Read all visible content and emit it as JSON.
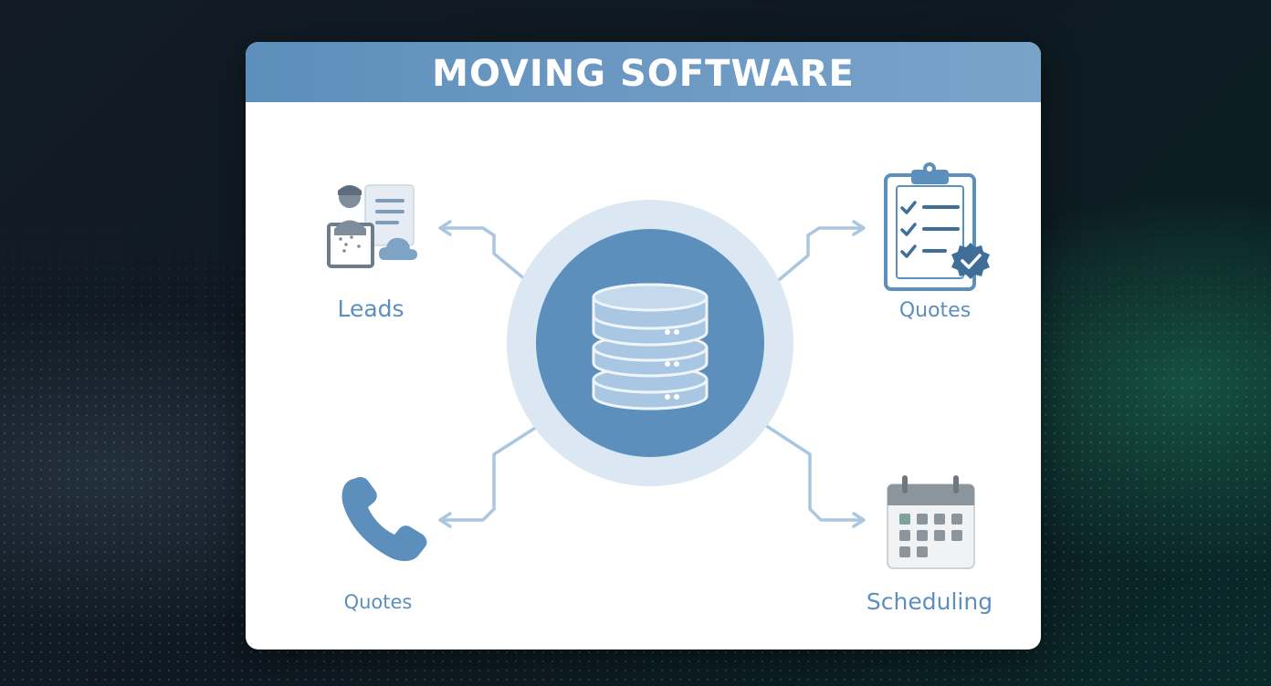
{
  "title": "MOVING SOFTWARE",
  "nodes": {
    "top_left": {
      "label": "Leads",
      "icon": "lead-profile-icon"
    },
    "top_right": {
      "label": "Quotes",
      "icon": "clipboard-checklist-icon"
    },
    "bottom_left": {
      "label": "Quotes",
      "icon": "phone-icon"
    },
    "bottom_right": {
      "label": "Scheduling",
      "icon": "calendar-icon"
    }
  },
  "center": {
    "icon": "database-icon"
  },
  "colors": {
    "accent": "#5d8fbc",
    "accent_light": "#dbe7f2",
    "connector": "#a9c7e0",
    "background_dark": "#0f1922"
  }
}
